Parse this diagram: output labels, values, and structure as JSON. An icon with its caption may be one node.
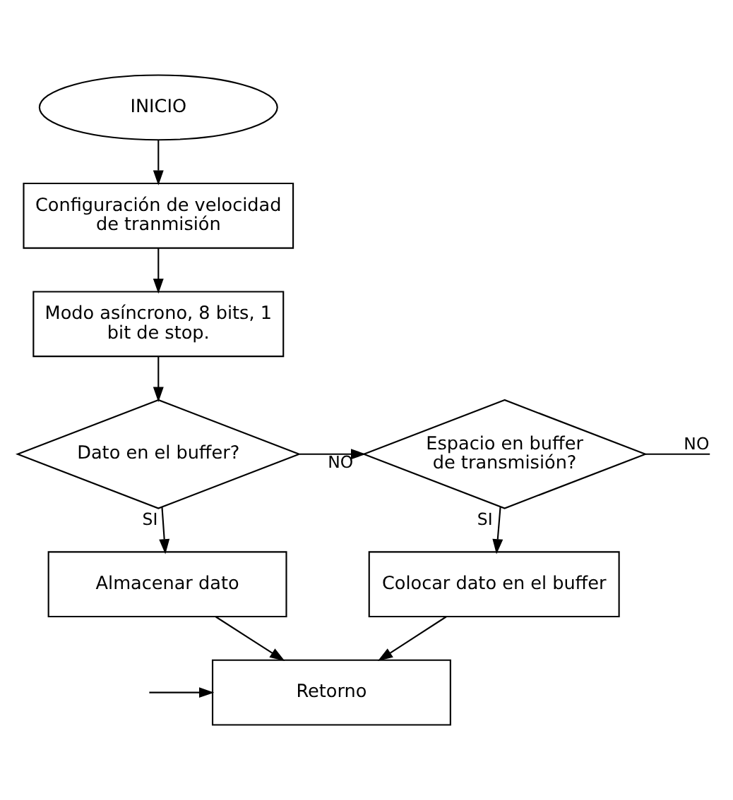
{
  "diagram": {
    "nodes": [
      {
        "text": [
          "INICIO"
        ]
      },
      {
        "text": [
          "Configuración de velocidad de tranmisión"
        ]
      },
      {
        "text": [
          "Modo asíncrono, 8 bits, 1 bit de stop."
        ]
      },
      {
        "text": [
          "Dato en el buffer?"
        ]
      },
      {
        "text": [
          "Espacio en buffer de transmisión?"
        ]
      },
      {
        "text": [
          "Almacenar dato"
        ]
      },
      {
        "text": [
          "Colocar dato en el buffer"
        ]
      },
      {
        "text": [
          "Retorno"
        ]
      }
    ],
    "edges": [
      {
        "from": 0,
        "to": 1,
        "arrow": "to"
      },
      {
        "from": 1,
        "to": 2,
        "arrow": "to"
      },
      {
        "from": 2,
        "to": 3,
        "arrow": "to"
      },
      {
        "from": 3,
        "to": 4,
        "arrow": "to",
        "label": "NO"
      },
      {
        "from": 4,
        "to": null,
        "arrow": "none",
        "label": "NO"
      },
      {
        "from": 3,
        "to": 5,
        "arrow": "to",
        "label": "SI"
      },
      {
        "from": 4,
        "to": 6,
        "arrow": "to",
        "label": "SI"
      },
      {
        "from": 5,
        "to": 7,
        "arrow": "to"
      },
      {
        "from": 6,
        "to": 7,
        "arrow": "to"
      },
      {
        "from": null,
        "to": 7,
        "arrow": "to"
      }
    ]
  }
}
